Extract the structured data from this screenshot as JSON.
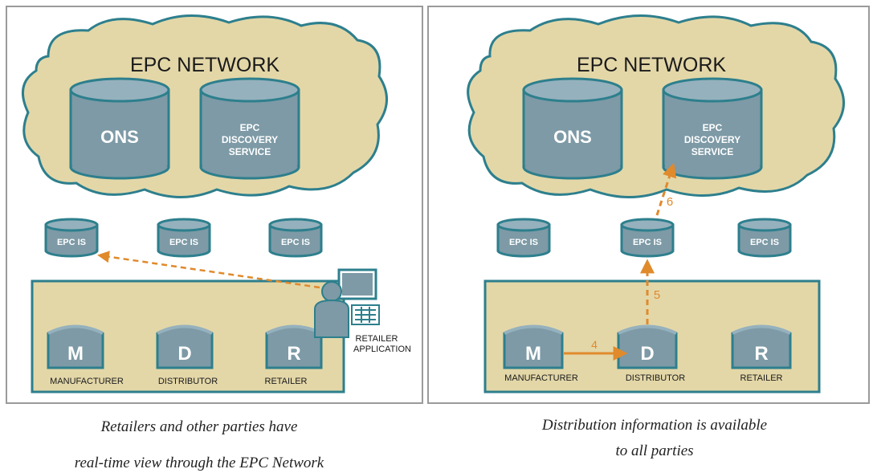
{
  "colors": {
    "cloud_fill": "#e3d7a8",
    "cloud_stroke": "#2d7f8d",
    "db_fill": "#7d9aa6",
    "db_top": "#95b1bd",
    "db_stroke": "#2d7f8d",
    "arrow": "#e08a2c",
    "panel_border": "#9a9a9a"
  },
  "left_panel": {
    "network_title": "EPC NETWORK",
    "ons_label": "ONS",
    "discovery_label": [
      "EPC",
      "DISCOVERY",
      "SERVICE"
    ],
    "epcis_labels": [
      "EPC IS",
      "EPC IS",
      "EPC IS"
    ],
    "party_letters": [
      "M",
      "D",
      "R"
    ],
    "party_names": [
      "MANUFACTURER",
      "DISTRIBUTOR",
      "RETAILER"
    ],
    "app_label": [
      "RETAILER",
      "APPLICATION"
    ],
    "caption_lines": [
      "Retailers and other parties have",
      "real-time view through the EPC Network"
    ]
  },
  "right_panel": {
    "network_title": "EPC NETWORK",
    "ons_label": "ONS",
    "discovery_label": [
      "EPC",
      "DISCOVERY",
      "SERVICE"
    ],
    "epcis_labels": [
      "EPC IS",
      "EPC IS",
      "EPC IS"
    ],
    "party_letters": [
      "M",
      "D",
      "R"
    ],
    "party_names": [
      "MANUFACTURER",
      "DISTRIBUTOR",
      "RETAILER"
    ],
    "step_labels": [
      "4",
      "5",
      "6"
    ],
    "caption_lines": [
      "Distribution information is available",
      "to all parties"
    ]
  }
}
